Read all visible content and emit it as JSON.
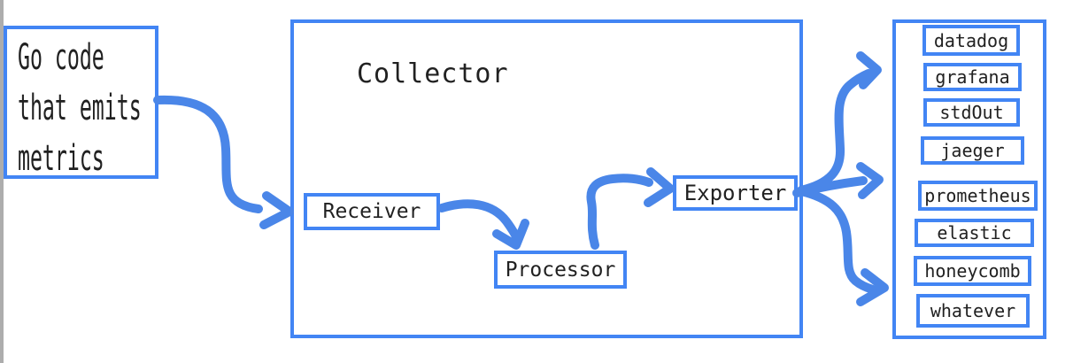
{
  "colors": {
    "box_border": "#4285f4",
    "arrow": "#4a86e8",
    "text": "#212121",
    "window_edge": "#adadad"
  },
  "source_note": {
    "lines": [
      "Go code",
      "that emits",
      "metrics"
    ]
  },
  "collector": {
    "title": "Collector",
    "components": [
      {
        "label": "Receiver"
      },
      {
        "label": "Processor"
      },
      {
        "label": "Exporter"
      }
    ]
  },
  "sinks": [
    "datadog",
    "grafana",
    "stdOut",
    "jaeger",
    "prometheus",
    "elastic",
    "honeycomb",
    "whatever"
  ],
  "arrows": [
    "source-to-collector",
    "receiver-to-processor",
    "processor-to-exporter",
    "exporter-branch-up",
    "exporter-branch-middle",
    "exporter-branch-down"
  ]
}
